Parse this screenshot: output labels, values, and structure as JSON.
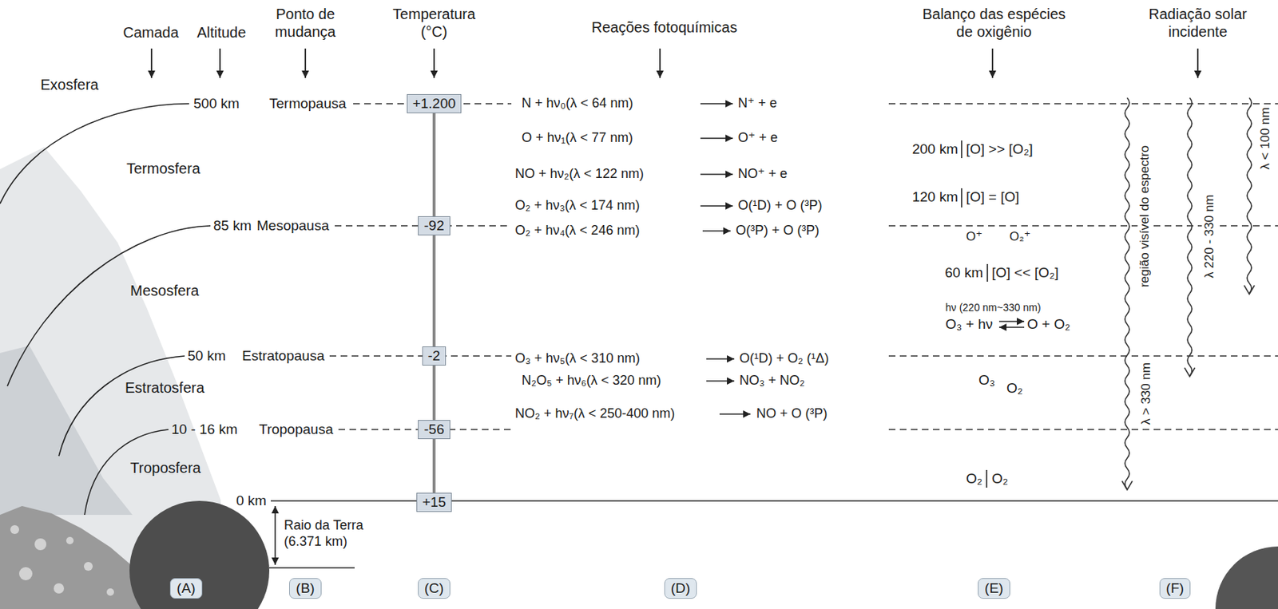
{
  "diagram": {
    "nodes": [
      {
        "text": [
          "+1.200"
        ]
      },
      {
        "text": [
          "-92"
        ]
      },
      {
        "text": [
          "-2"
        ]
      },
      {
        "text": [
          "-56"
        ]
      },
      {
        "text": [
          "+15"
        ]
      },
      {
        "text": [
          "(A)"
        ]
      },
      {
        "text": [
          "(B)"
        ]
      },
      {
        "text": [
          "(C)"
        ]
      },
      {
        "text": [
          "(D)"
        ]
      },
      {
        "text": [
          "(E)"
        ]
      },
      {
        "text": [
          "(F)"
        ]
      }
    ],
    "edges": [
      {
        "from": 0,
        "to": 1,
        "arrow": "none"
      },
      {
        "from": 1,
        "to": 2,
        "arrow": "none"
      },
      {
        "from": 2,
        "to": 3,
        "arrow": "none"
      },
      {
        "from": 3,
        "to": 4,
        "arrow": "none"
      }
    ],
    "labels": [
      "Camada",
      "Altitude",
      "Ponto de mudança",
      "Temperatura (°C)",
      "Reações fotoquímicas",
      "Balanço das espécies de oxigênio",
      "Radiação solar incidente",
      "Exosfera",
      "500 km",
      "Termopausa",
      "Termosfera",
      "85 km",
      "Mesopausa",
      "Mesosfera",
      "50 km",
      "Estratopausa",
      "Estratosfera",
      "10 - 16 km",
      "Tropopausa",
      "Troposfera",
      "0 km",
      "Raio da Terra (6.371 km)",
      "N + hν₀(λ < 64 nm)",
      "N⁺ + e",
      "O + hν₁(λ < 77 nm)",
      "O⁺ + e",
      "NO + hν₂(λ < 122 nm)",
      "NO⁺ + e",
      "O₂ + hν₃(λ < 174 nm)",
      "O(¹D) + O (³P)",
      "O₂ + hν₄(λ < 246 nm)",
      "O(³P) + O (³P)",
      "O₃ + hν₅(λ < 310 nm)",
      "O(¹D) + O₂ (¹Δ)",
      "N₂O₅ + hν₆(λ < 320 nm)",
      "NO₃ + NO₂",
      "NO₂ + hν₇(λ < 250-400 nm)",
      "NO + O (³P)",
      "200 km",
      "[O] >> [O₂]",
      "120 km",
      "[O] = [O]",
      "O⁺",
      "O₂⁺",
      "60 km",
      "[O] << [O₂]",
      "hν (220 nm~330 nm)",
      "O₃ + hν",
      "O + O₂",
      "O₃",
      "O₂",
      "O₂",
      "O₂",
      "região visível do espectro",
      "λ > 330 nm",
      "λ 220 - 330 nm",
      "λ < 100 nm"
    ]
  }
}
